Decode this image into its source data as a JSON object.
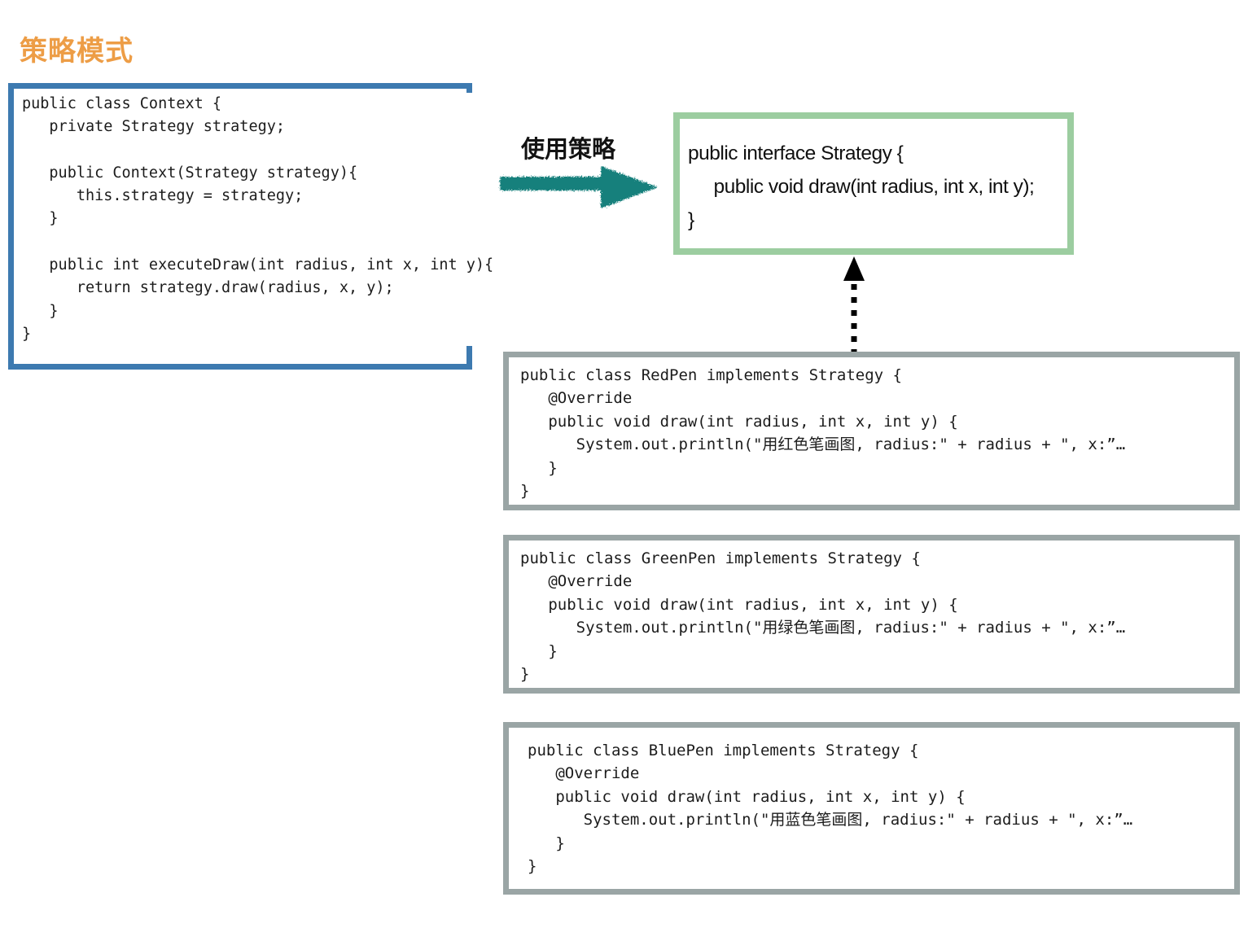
{
  "title": "策略模式",
  "colors": {
    "title_orange": "#ed9d46",
    "context_border_blue": "#3d7ab0",
    "strategy_border_green": "#9ccda0",
    "pen_border_gray": "#9aa5a5",
    "arrow_teal": "#16807c",
    "implements_arrow_black": "#000000"
  },
  "context": {
    "name": "Context",
    "code": "public class Context {\n   private Strategy strategy;\n\n   public Context(Strategy strategy){\n      this.strategy = strategy;\n   }\n\n   public int executeDraw(int radius, int x, int y){\n      return strategy.draw(radius, x, y);\n   }\n}"
  },
  "use_strategy": {
    "label": "使用策略",
    "arrow_icon": "thick-right-arrow-icon"
  },
  "strategy": {
    "name": "Strategy",
    "code": "public interface Strategy {\n     public void draw(int radius, int x, int y);\n}"
  },
  "implements_relation": {
    "icon": "dotted-up-arrow-icon",
    "meaning": "implements"
  },
  "implementations": [
    {
      "name": "RedPen",
      "code": "public class RedPen implements Strategy {\n   @Override\n   public void draw(int radius, int x, int y) {\n      System.out.println(\"用红色笔画图, radius:\" + radius + \", x:”…\n   }\n}"
    },
    {
      "name": "GreenPen",
      "code": "public class GreenPen implements Strategy {\n   @Override\n   public void draw(int radius, int x, int y) {\n      System.out.println(\"用绿色笔画图, radius:\" + radius + \", x:”…\n   }\n}"
    },
    {
      "name": "BluePen",
      "code": "public class BluePen implements Strategy {\n   @Override\n   public void draw(int radius, int x, int y) {\n      System.out.println(\"用蓝色笔画图, radius:\" + radius + \", x:”…\n   }\n}"
    }
  ]
}
